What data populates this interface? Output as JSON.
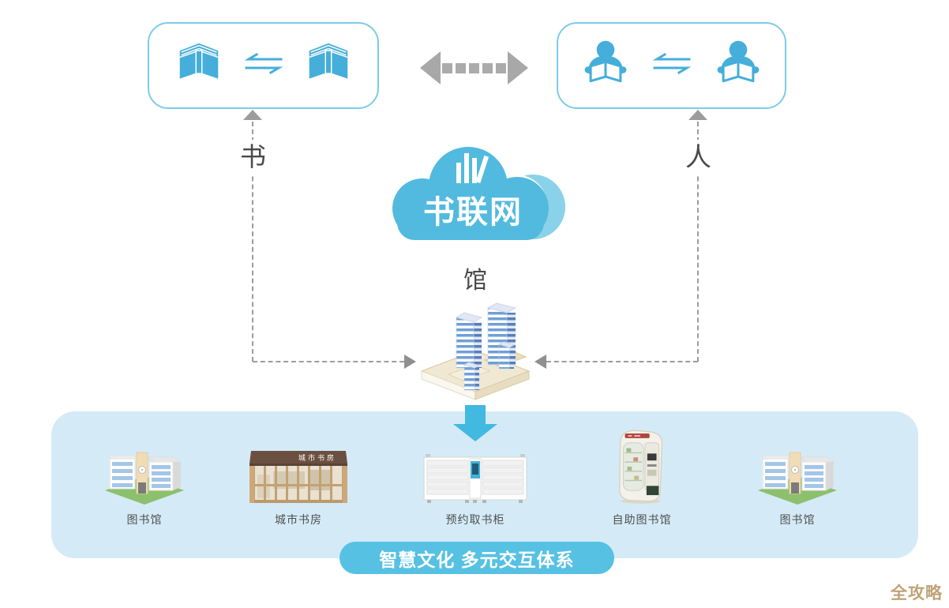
{
  "cloud": {
    "label": "书联网",
    "icon": "leaning-books-bars-icon"
  },
  "connector_labels": {
    "book": "书",
    "person": "人",
    "hub": "馆"
  },
  "exchange_boxes": {
    "books": {
      "icon": "open-book-icon",
      "exchange_icon": "exchange-arrows-icon"
    },
    "readers": {
      "icon": "person-reading-icon",
      "exchange_icon": "exchange-arrows-icon"
    }
  },
  "bottom_panel": {
    "items": [
      {
        "label": "图书馆",
        "icon": "library-building-icon"
      },
      {
        "label": "城市书房",
        "icon": "city-study-storefront-icon",
        "sign_text": "城市书房"
      },
      {
        "label": "预约取书柜",
        "icon": "book-pickup-locker-icon"
      },
      {
        "label": "自助图书馆",
        "icon": "self-service-library-kiosk-icon"
      },
      {
        "label": "图书馆",
        "icon": "library-building-icon"
      }
    ],
    "banner": "智慧文化 多元交互体系"
  },
  "watermark": "全攻略",
  "colors": {
    "accent_blue": "#45aeda",
    "cloud_blue": "#52bade",
    "box_border": "#7dcbe9",
    "panel_bg": "#d4ebf7",
    "banner_bg": "#56c1e3",
    "down_arrow_blue": "#41b9e0",
    "arrow_gray": "#9c9c9c",
    "label_gray": "#4a4a4a",
    "watermark_gold": "#c0a376"
  }
}
